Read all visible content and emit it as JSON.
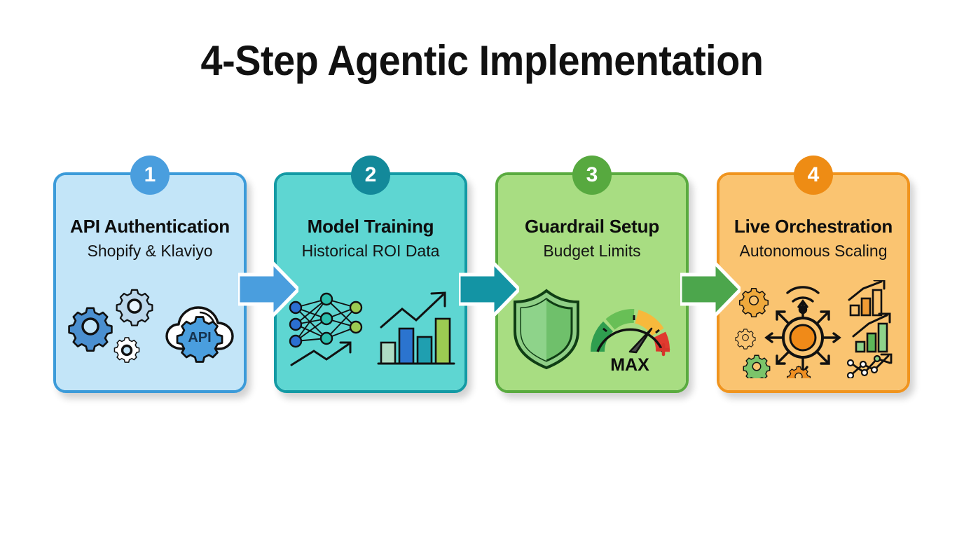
{
  "page": {
    "title": "4-Step Agentic Implementation",
    "background": "#ffffff"
  },
  "steps": [
    {
      "number": "1",
      "title": "API Authentication",
      "subtitle": "Shopify & Klaviyo",
      "fill": "#c3e5f8",
      "border": "#3c9bd9",
      "badge_color": "#4a9ede",
      "icon_names": [
        "gears-icon",
        "cloud-api-icon"
      ],
      "icon_label": "API"
    },
    {
      "number": "2",
      "title": "Model Training",
      "subtitle": "Historical ROI Data",
      "fill": "#5ed6d2",
      "border": "#139aa4",
      "badge_color": "#13899a",
      "icon_names": [
        "neural-network-icon",
        "bar-chart-growth-icon"
      ],
      "icon_label": ""
    },
    {
      "number": "3",
      "title": "Guardrail Setup",
      "subtitle": "Budget Limits",
      "fill": "#a8dd82",
      "border": "#5aab3f",
      "badge_color": "#57a93f",
      "icon_names": [
        "shield-icon",
        "gauge-max-icon"
      ],
      "icon_label": "MAX"
    },
    {
      "number": "4",
      "title": "Live Orchestration",
      "subtitle": "Autonomous Scaling",
      "fill": "#fac471",
      "border": "#f0941e",
      "badge_color": "#ee8c14",
      "icon_names": [
        "orchestration-hub-icon",
        "gear-icon",
        "wifi-icon",
        "growth-chart-icon"
      ],
      "icon_label": ""
    }
  ],
  "arrows": [
    {
      "name": "arrow-step1-to-step2",
      "color": "#4a9ede"
    },
    {
      "name": "arrow-step2-to-step3",
      "color": "#1394a4"
    },
    {
      "name": "arrow-step3-to-step4",
      "color": "#4ca64c"
    }
  ]
}
